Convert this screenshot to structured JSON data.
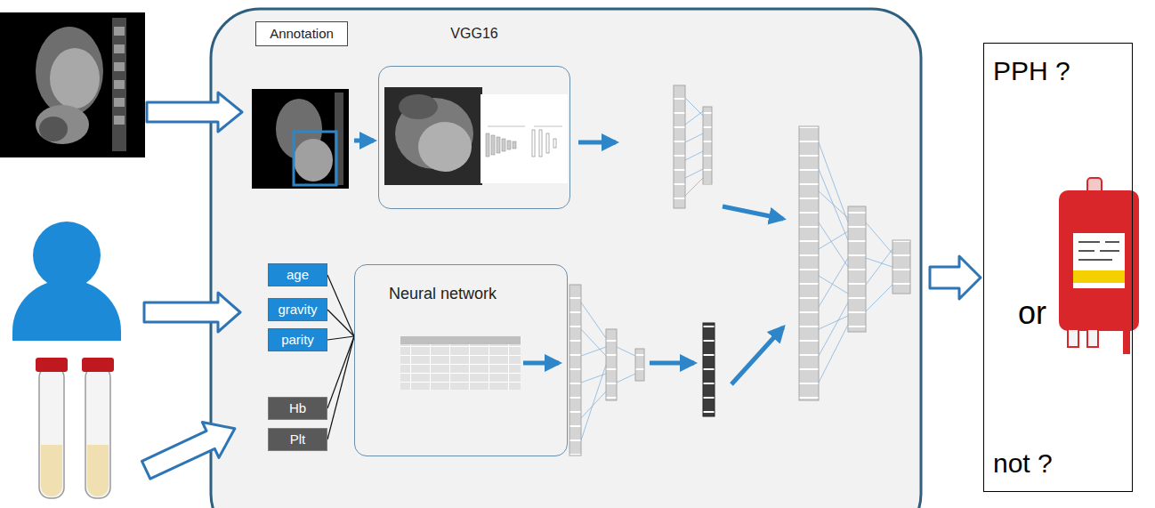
{
  "diagram": {
    "nodes": [
      {
        "text": [
          "Annotation"
        ]
      },
      {
        "text": [
          "VGG16"
        ]
      },
      {
        "text": [
          "Neural network"
        ]
      },
      {
        "text": [
          "age"
        ]
      },
      {
        "text": [
          "gravity"
        ]
      },
      {
        "text": [
          "parity"
        ]
      },
      {
        "text": [
          "Hb"
        ]
      },
      {
        "text": [
          "Plt"
        ]
      },
      {
        "text": [
          "PPH ?",
          "or",
          "not ?"
        ]
      }
    ],
    "edges": [
      {
        "from": 3,
        "to": 2,
        "arrow": "none"
      },
      {
        "from": 4,
        "to": 2,
        "arrow": "none"
      },
      {
        "from": 5,
        "to": 2,
        "arrow": "none"
      },
      {
        "from": 6,
        "to": 2,
        "arrow": "none"
      },
      {
        "from": 7,
        "to": 2,
        "arrow": "none"
      }
    ]
  }
}
